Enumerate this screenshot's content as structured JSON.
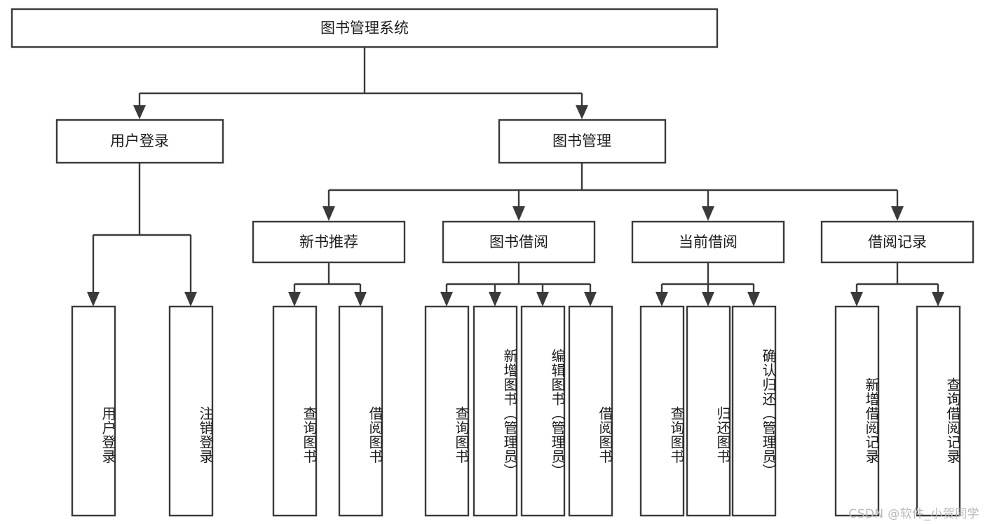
{
  "diagram": {
    "title": "图书管理系统",
    "type": "tree-hierarchy",
    "watermark": "CSDN @软件_小贺同学",
    "colors": {
      "box_stroke": "#3a3a3a",
      "box_fill": "#ffffff",
      "text": "#1c1c1c",
      "watermark": "#b9b9b9",
      "background": "#ffffff"
    },
    "root": {
      "label": "图书管理系统"
    },
    "level2": [
      {
        "id": "user-login",
        "label": "用户登录"
      },
      {
        "id": "book-management",
        "label": "图书管理"
      }
    ],
    "level3": [
      {
        "id": "new-book-recommend",
        "label": "新书推荐"
      },
      {
        "id": "book-borrow",
        "label": "图书借阅"
      },
      {
        "id": "current-borrow",
        "label": "当前借阅"
      },
      {
        "id": "borrow-record",
        "label": "借阅记录"
      }
    ],
    "leaves": {
      "user-login": [
        {
          "id": "leaf-user-login",
          "label": "用户登录"
        },
        {
          "id": "leaf-logout-login",
          "label": "注销登录"
        }
      ],
      "new-book-recommend": [
        {
          "id": "leaf-query-book-1",
          "label": "查询图书"
        },
        {
          "id": "leaf-borrow-book-1",
          "label": "借阅图书"
        }
      ],
      "book-borrow": [
        {
          "id": "leaf-query-book-2",
          "label": "查询图书"
        },
        {
          "id": "leaf-add-book-admin",
          "label": "新增图书（管理员）"
        },
        {
          "id": "leaf-edit-book-admin",
          "label": "编辑图书（管理员）"
        },
        {
          "id": "leaf-borrow-book-2",
          "label": "借阅图书"
        }
      ],
      "current-borrow": [
        {
          "id": "leaf-query-book-3",
          "label": "查询图书"
        },
        {
          "id": "leaf-return-book",
          "label": "归还图书"
        },
        {
          "id": "leaf-confirm-return-admin",
          "label": "确认归还（管理员）"
        }
      ],
      "borrow-record": [
        {
          "id": "leaf-add-borrow-record",
          "label": "新增借阅记录"
        },
        {
          "id": "leaf-query-borrow-record",
          "label": "查询借阅记录"
        }
      ]
    }
  }
}
